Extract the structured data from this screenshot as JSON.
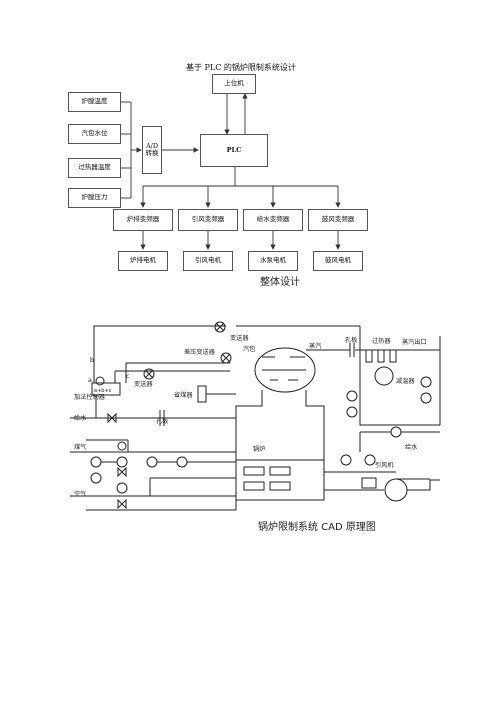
{
  "block_diagram": {
    "title": "基于 PLC 的锅炉限制系统设计",
    "upper_computer": "上位机",
    "ad_converter": [
      "A/D",
      "转换"
    ],
    "plc": "PLC",
    "sensors": [
      "炉膛温度",
      "汽包水位",
      "过热器温度",
      "炉膛压力"
    ],
    "inverters": [
      "炉排变频器",
      "引风变频器",
      "给水变频器",
      "鼓风变频器"
    ],
    "motors": [
      "炉排电机",
      "引风电机",
      "水泵电机",
      "鼓风电机"
    ]
  },
  "caption1": "整体设计",
  "schematic": {
    "labels": {
      "transmitter": "变送器",
      "diff_pressure_transmitter": "差压变送器",
      "steam": "汽包",
      "steam_line": "蒸汽",
      "orifice_top": "孔板",
      "superheater": "过热器",
      "steam_outlet": "蒸汽出口",
      "desuperheater": "减温器",
      "transmitter_left": "变送器",
      "economizer": "省煤器",
      "feed_controller": "加法控制器",
      "feed_water": "给水",
      "orifice_bottom": "孔板",
      "boiler": "锅炉",
      "coal": "煤气",
      "air": "空气",
      "induced_fan": "引风机",
      "feed_water_right": "给水",
      "letters": [
        "a",
        "b",
        "c"
      ],
      "adder_text": "a+b+c"
    }
  },
  "caption2": "锅炉限制系统 CAD 原理图"
}
